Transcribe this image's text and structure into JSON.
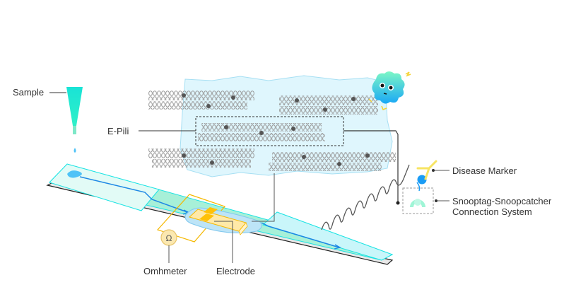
{
  "labels": {
    "sample": "Sample",
    "epili": "E-Pili",
    "disease_marker": "Disease Marker",
    "snooptag_line1": "Snooptag-Snoopcatcher",
    "snooptag_line2": "Connection System",
    "omhmeter": "Omhmeter",
    "electrode": "Electrode",
    "ohm_symbol": "Ω"
  },
  "colors": {
    "pipette": "#1de9d0",
    "drop": "#4fc3f7",
    "biofilm_fill": "#dff6fd",
    "strip_channel": "#9ff0d6",
    "flow_arrow": "#1e88e5",
    "electrode_pad": "#ffc107",
    "antibody": "#f7e463",
    "marker_ball": "#1a9cf5",
    "snoopcatcher": "#9ff5d6"
  }
}
